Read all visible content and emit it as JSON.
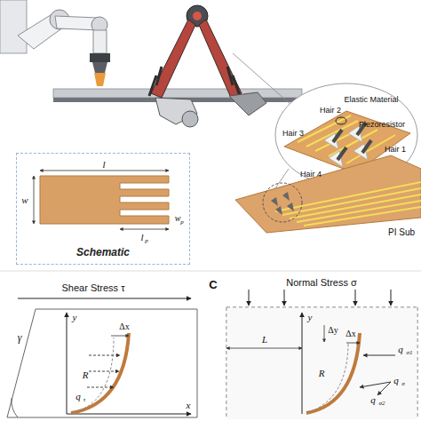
{
  "diagram": {
    "nodes": [
      {
        "text": [
          "Schematic"
        ]
      }
    ],
    "labels": [
      "Elastic Material",
      "Hair 2",
      "Piezoresistor",
      "Hair 3",
      "Hair 1",
      "Hair 4",
      "PI Sub",
      "l",
      "w",
      "w",
      "p",
      "l",
      "p",
      "Shear Stress τ",
      "γ",
      "y",
      "Δx",
      "R",
      "q",
      "τ",
      "x",
      "C",
      "Normal Stress σ",
      "L",
      "y",
      "Δy",
      "Δx",
      "R",
      "q",
      "σ1",
      "q",
      "σ2",
      "q",
      "σ"
    ]
  }
}
